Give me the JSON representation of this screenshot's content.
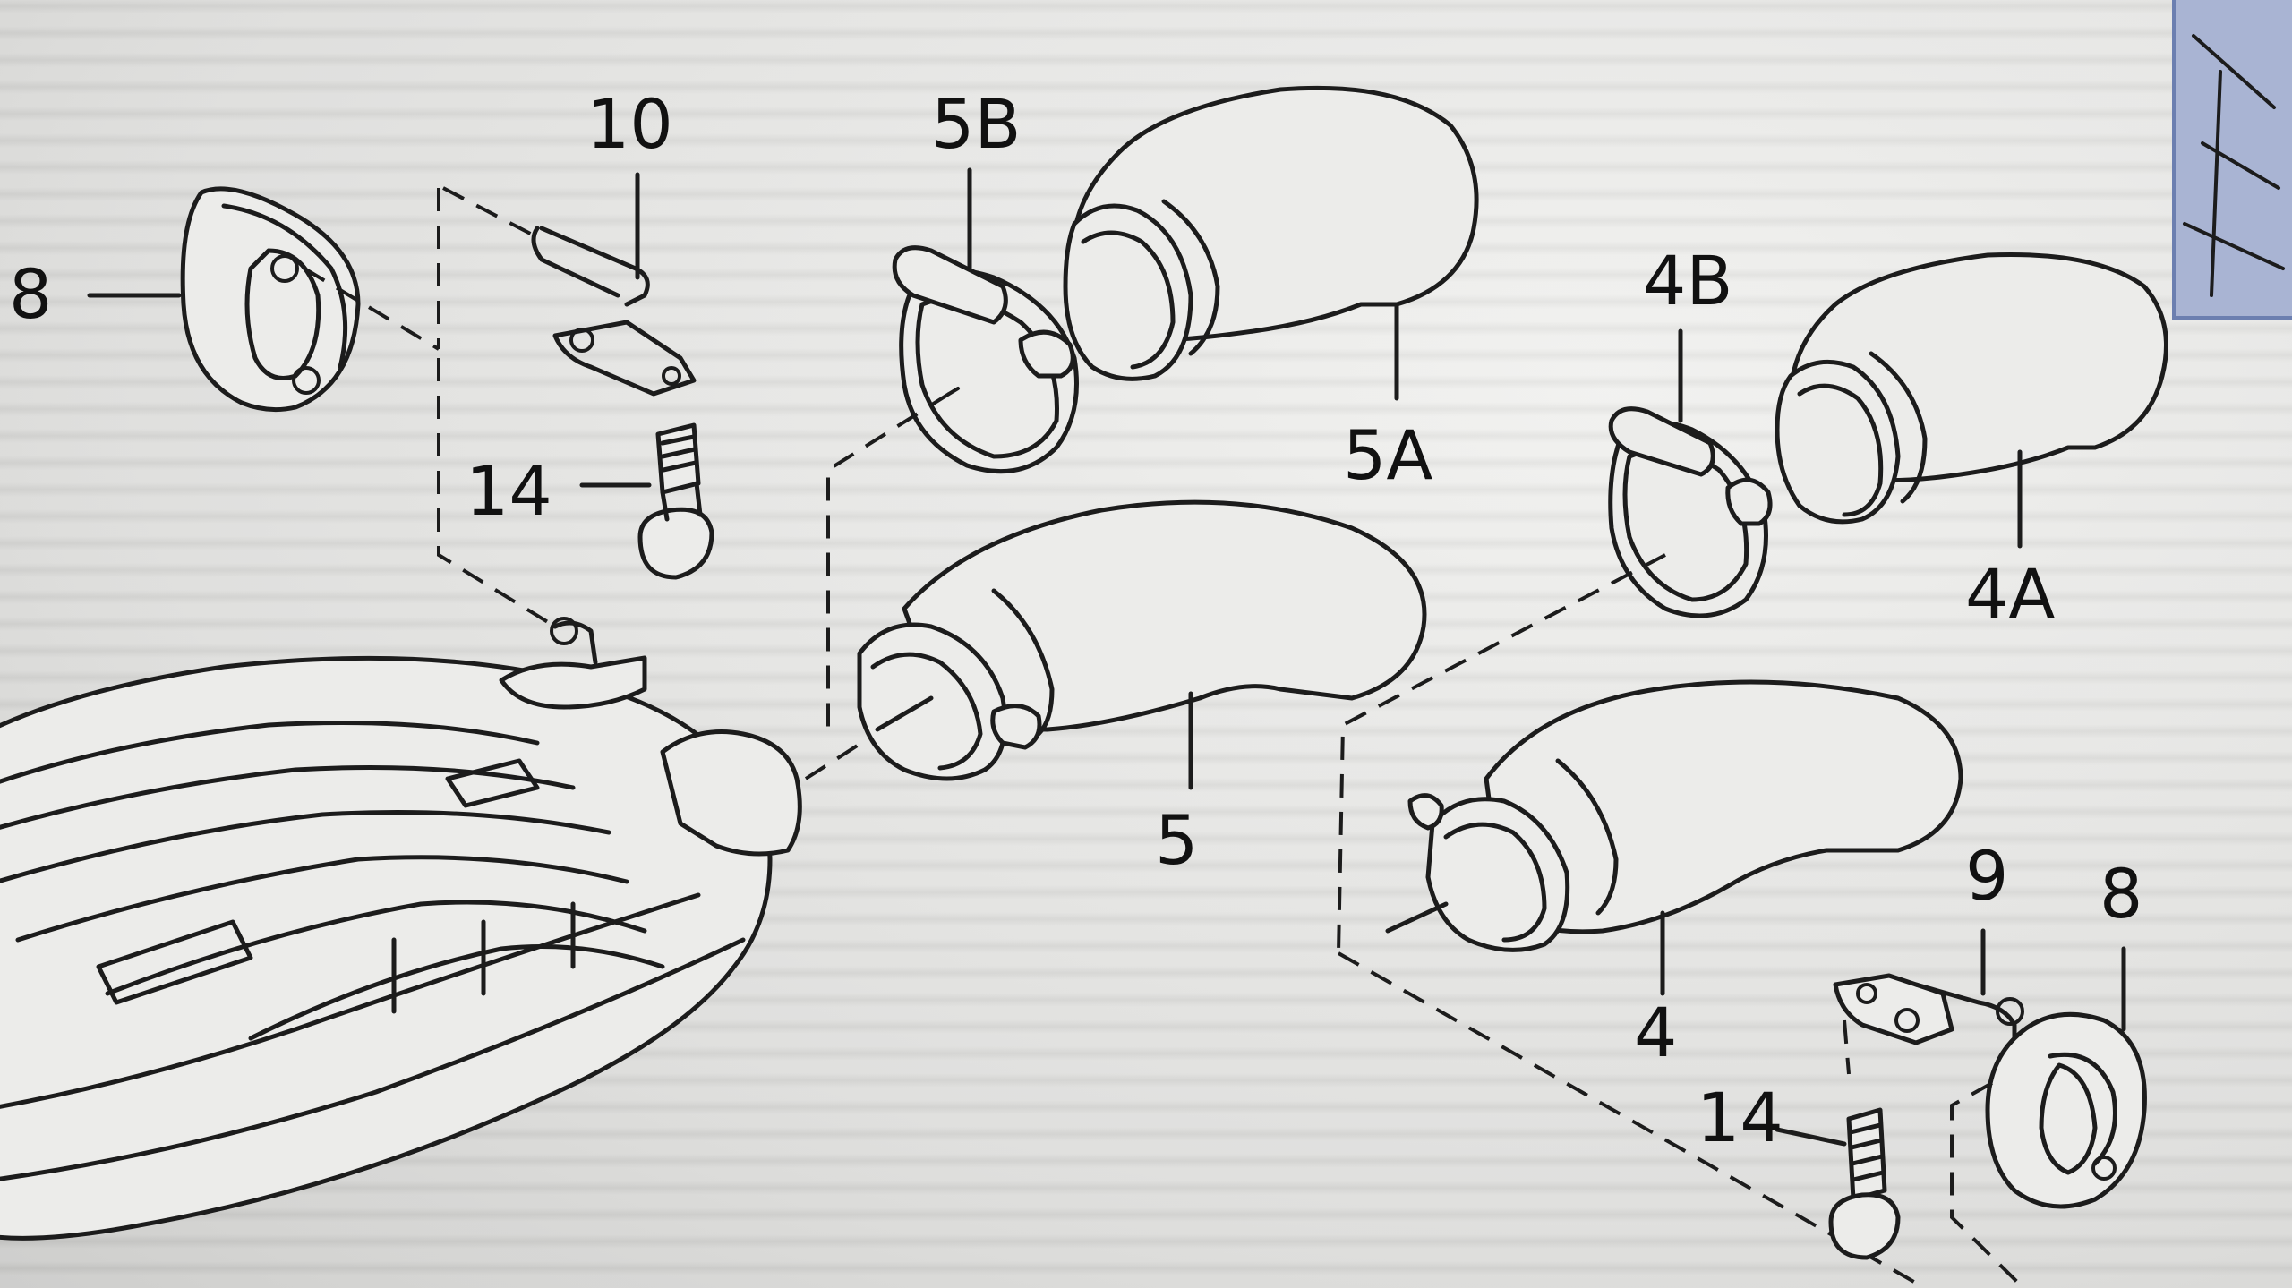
{
  "diagram": {
    "labels": {
      "part_8_left": "8",
      "part_10": "10",
      "part_14_left": "14",
      "part_5b": "5B",
      "part_5a": "5A",
      "part_5": "5",
      "part_4b": "4B",
      "part_4a": "4A",
      "part_4": "4",
      "part_9": "9",
      "part_8_right": "8",
      "part_14_right": "14"
    }
  }
}
